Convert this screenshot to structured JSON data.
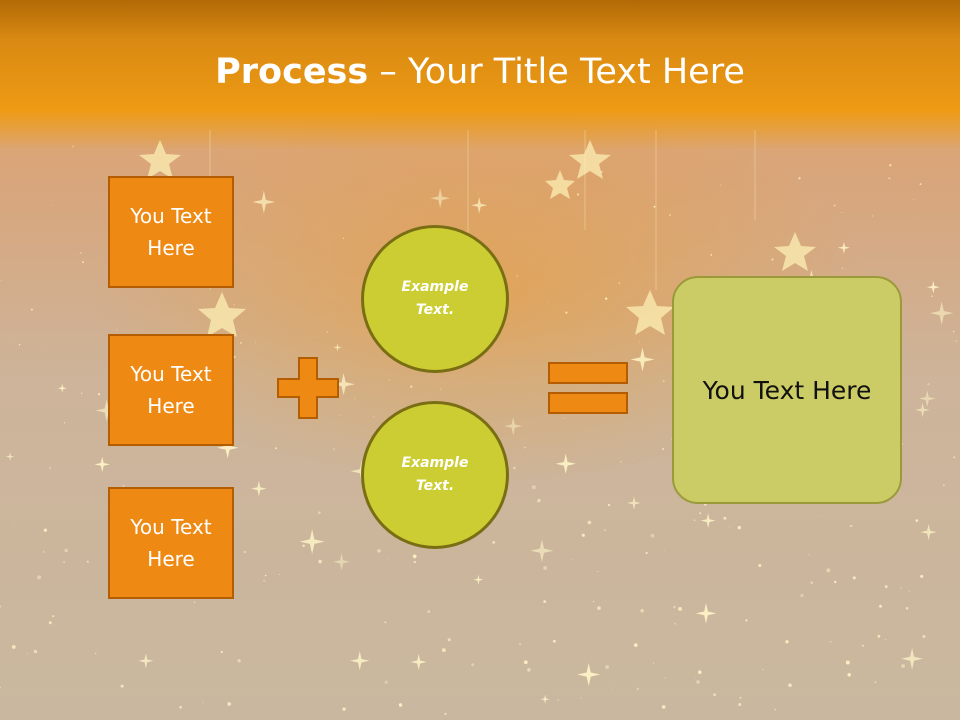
{
  "slide": {
    "title_bold": "Process",
    "title_rest": " – Your Title Text Here",
    "boxes": [
      {
        "label": "You Text Here"
      },
      {
        "label": "You Text Here"
      },
      {
        "label": "You Text Here"
      }
    ],
    "circles": [
      {
        "label": "Example Text."
      },
      {
        "label": "Example Text."
      }
    ],
    "result_label": "You Text Here"
  },
  "colors": {
    "header": "#ee9a14",
    "box_fill": "#ee8a14",
    "box_border": "#b35c00",
    "circle_fill": "#cccc33",
    "circle_border": "#7a6e14",
    "result_fill": "#cccc66",
    "operator_fill": "#ee8a14"
  },
  "icons": {
    "operator_1": "plus-icon",
    "operator_2": "equals-icon",
    "background": "sparkle-stars"
  }
}
